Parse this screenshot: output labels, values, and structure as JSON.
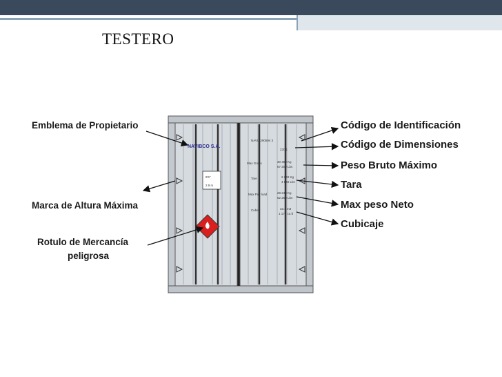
{
  "slide": {
    "title": "TESTERO"
  },
  "left_labels": {
    "emblema": "Emblema de Propietario",
    "marca_altura": "Marca de Altura Máxima",
    "rotulo_1": "Rotulo de Mercancía",
    "rotulo_2": "peligrosa"
  },
  "right_labels": {
    "codigo_id": "Código de Identificación",
    "codigo_dim": "Código de Dimensiones",
    "peso_bruto": "Peso Bruto Máximo",
    "tara": "Tara",
    "max_peso_neto": "Max peso Neto",
    "cubicaje": "Cubicaje"
  },
  "container_marks": {
    "owner": "NAVIBCO S.A.",
    "id_code": "NAVU 290594 3",
    "dim_code": "22G1",
    "height_top": "9'6\"",
    "height_bottom": "2.9 m",
    "gross_label": "Max Gross",
    "gross_kg": "30 480 Kg",
    "gross_lbs": "67 200 Lbs",
    "tare_label": "Tare",
    "tare_kg": "2 240 Kg",
    "tare_lbs": "4 940 Lbs",
    "net_label": "Max Pay load",
    "net_kg": "28 240 Kg",
    "net_lbs": "62 260 Lbs",
    "cube_label": "Cube",
    "cube_m3": "33.2 m3",
    "cube_ft3": "1 172 cu.ft"
  },
  "colors": {
    "header_dark": "#3a4a5c",
    "header_accent": "#8aa3b8",
    "door_fill": "#d6dbe0",
    "hazard_red": "#d9201f"
  }
}
